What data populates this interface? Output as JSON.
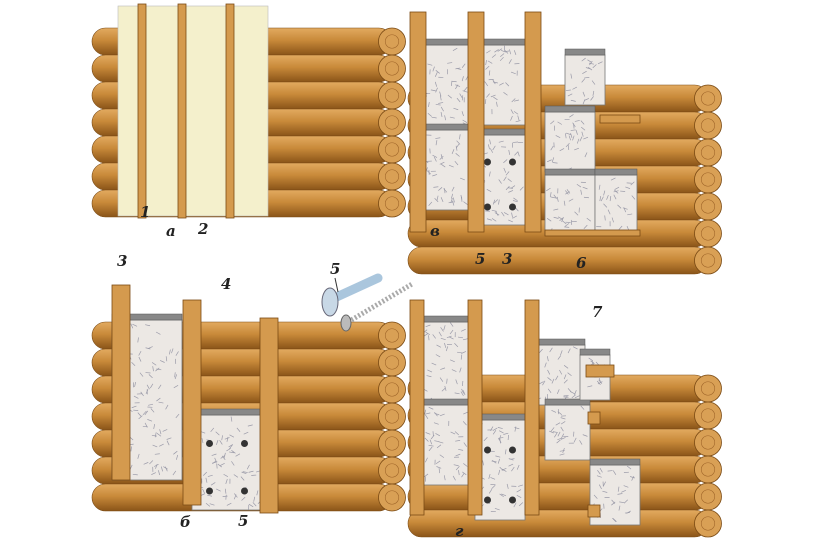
{
  "colors": {
    "log": "#c98a3a",
    "log_dark": "#8a5418",
    "log_end": "#d9a055",
    "batten": "#d49a4e",
    "paper": "#f4f0cc",
    "insulation": "#ece8e4",
    "fiber": "#9a9aa8",
    "dowel": "#aac6dd"
  },
  "panels": {
    "a": {
      "caption": "а",
      "labels": [
        "1",
        "2"
      ]
    },
    "v": {
      "caption": "в",
      "labels": [
        "5",
        "3",
        "6"
      ]
    },
    "b": {
      "caption": "б",
      "labels": [
        "3",
        "4",
        "5"
      ]
    },
    "g": {
      "caption": "г",
      "labels": [
        "7"
      ]
    }
  },
  "fastener": {
    "label": "5"
  }
}
